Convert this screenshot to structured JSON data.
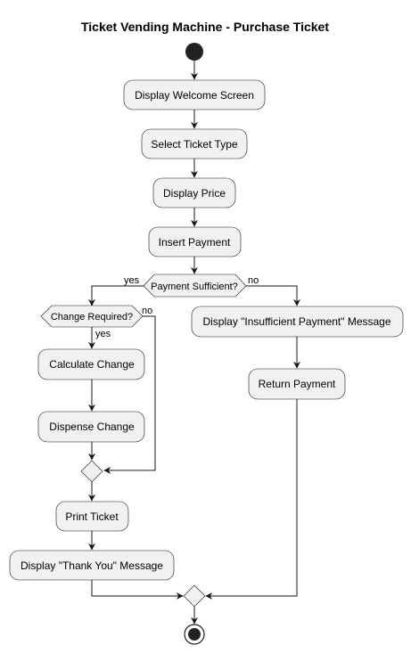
{
  "title": "Ticket Vending Machine - Purchase Ticket",
  "actions": {
    "display_welcome": "Display Welcome Screen",
    "select_ticket": "Select Ticket Type",
    "display_price": "Display Price",
    "insert_payment": "Insert Payment",
    "calculate_change": "Calculate Change",
    "dispense_change": "Dispense Change",
    "print_ticket": "Print Ticket",
    "display_thank_you": "Display \"Thank You\" Message",
    "display_insufficient": "Display \"Insufficient Payment\" Message",
    "return_payment": "Return Payment"
  },
  "decisions": {
    "payment_sufficient": "Payment Sufficient?",
    "change_required": "Change Required?"
  },
  "branch_labels": {
    "payment_yes": "yes",
    "payment_no": "no",
    "change_yes": "yes",
    "change_no": "no"
  },
  "colors": {
    "node_fill": "#f1f1f1",
    "stroke": "#181818",
    "start_end": "#222222"
  }
}
